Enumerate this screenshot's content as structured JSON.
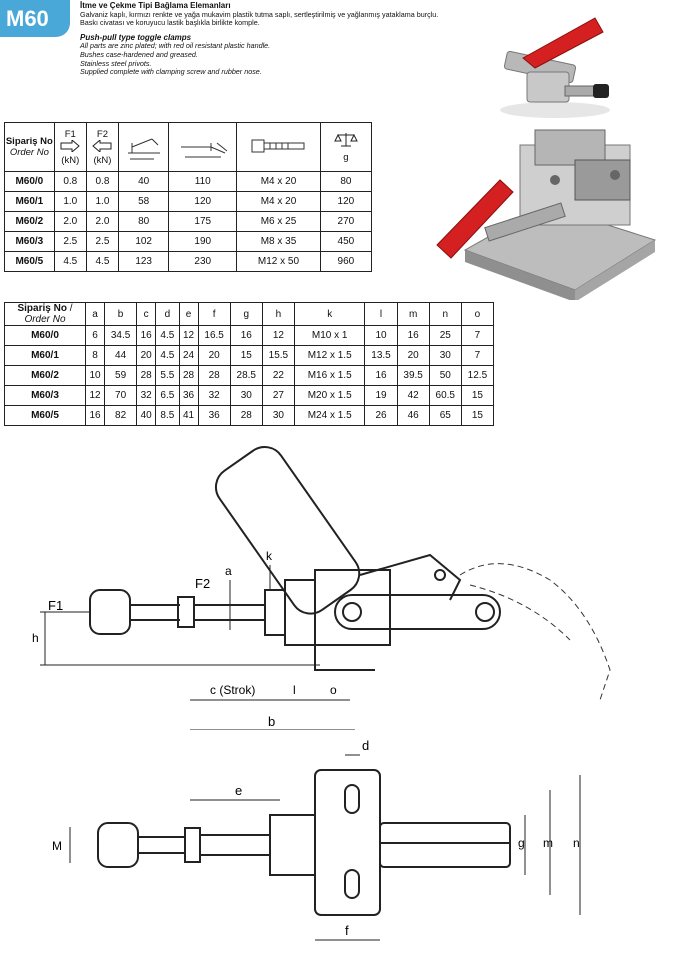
{
  "model": "M60",
  "title_tr": "İtme ve Çekme Tipi Bağlama Elemanları",
  "desc_tr": [
    "Galvaniz kaplı, kırmızı renkte ve yağa mukavim plastik tutma saplı, sertleştirilmiş ve yağlanmış yataklama burçlu.",
    "Baskı civatası ve koruyucu lastik başlıkla birlikte komple."
  ],
  "title_en": "Push-pull type toggle clamps",
  "desc_en": [
    "All parts are zinc plated; with red oil resistant plastic handle.",
    "Bushes case-hardened  and greased.",
    "Stainless steel privots.",
    "Supplied complete with clamping screw and rubber nose."
  ],
  "table1": {
    "h_order_tr": "Sipariş No",
    "h_order_en": "Order No",
    "h_f1": "F1",
    "h_f2": "F2",
    "h_kn": "(kN)",
    "h_weight": "g",
    "rows": [
      [
        "M60/0",
        "0.8",
        "0.8",
        "40",
        "110",
        "M4 x 20",
        "80"
      ],
      [
        "M60/1",
        "1.0",
        "1.0",
        "58",
        "120",
        "M4 x 20",
        "120"
      ],
      [
        "M60/2",
        "2.0",
        "2.0",
        "80",
        "175",
        "M6 x 25",
        "270"
      ],
      [
        "M60/3",
        "2.5",
        "2.5",
        "102",
        "190",
        "M8 x 35",
        "450"
      ],
      [
        "M60/5",
        "4.5",
        "4.5",
        "123",
        "230",
        "M12 x 50",
        "960"
      ]
    ]
  },
  "table2": {
    "h_order_tr": "Sipariş No",
    "h_order_en": "Order No",
    "cols": [
      "a",
      "b",
      "c",
      "d",
      "e",
      "f",
      "g",
      "h",
      "k",
      "l",
      "m",
      "n",
      "o"
    ],
    "rows": [
      [
        "M60/0",
        "6",
        "34.5",
        "16",
        "4.5",
        "12",
        "16.5",
        "16",
        "12",
        "M10 x 1",
        "10",
        "16",
        "25",
        "7"
      ],
      [
        "M60/1",
        "8",
        "44",
        "20",
        "4.5",
        "24",
        "20",
        "15",
        "15.5",
        "M12 x 1.5",
        "13.5",
        "20",
        "30",
        "7"
      ],
      [
        "M60/2",
        "10",
        "59",
        "28",
        "5.5",
        "28",
        "28",
        "28.5",
        "22",
        "M16 x 1.5",
        "16",
        "39.5",
        "50",
        "12.5"
      ],
      [
        "M60/3",
        "12",
        "70",
        "32",
        "6.5",
        "36",
        "32",
        "30",
        "27",
        "M20 x 1.5",
        "19",
        "42",
        "60.5",
        "15"
      ],
      [
        "M60/5",
        "16",
        "82",
        "40",
        "8.5",
        "41",
        "36",
        "28",
        "30",
        "M24 x 1.5",
        "26",
        "46",
        "65",
        "15"
      ]
    ]
  },
  "drawing": {
    "F1": "F1",
    "F2": "F2",
    "a": "a",
    "k": "k",
    "h": "h",
    "c": "c (Strok)",
    "l": "l",
    "o": "o",
    "b": "b",
    "d": "d",
    "e": "e",
    "M": "M",
    "g": "g",
    "m": "m",
    "n": "n",
    "f": "f"
  },
  "colors": {
    "badge": "#4aa8d8",
    "handle": "#d42020"
  }
}
